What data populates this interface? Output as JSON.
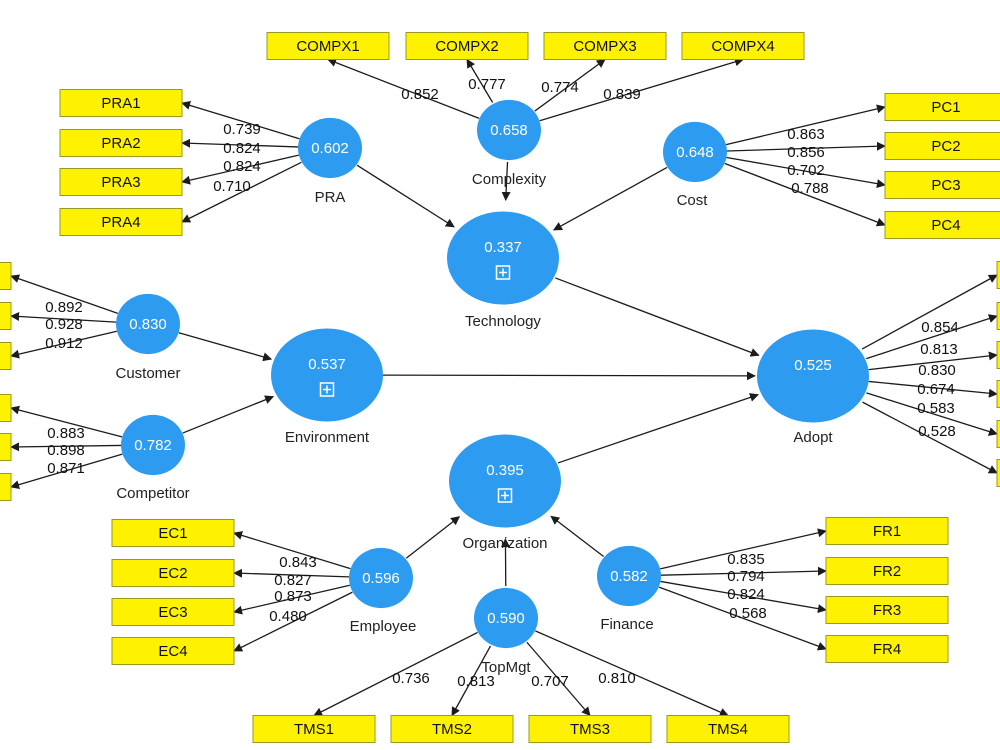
{
  "latent": {
    "technology": {
      "label": "Technology",
      "value": "0.337",
      "expandable": true
    },
    "environment": {
      "label": "Environment",
      "value": "0.537",
      "expandable": true
    },
    "organization": {
      "label": "Organization",
      "value": "0.395",
      "expandable": true
    },
    "adopt": {
      "label": "Adopt",
      "value": "0.525",
      "expandable": false
    },
    "pra": {
      "label": "PRA",
      "value": "0.602",
      "expandable": false
    },
    "complexity": {
      "label": "Complexity",
      "value": "0.658",
      "expandable": false
    },
    "cost": {
      "label": "Cost",
      "value": "0.648",
      "expandable": false
    },
    "customer": {
      "label": "Customer",
      "value": "0.830",
      "expandable": false
    },
    "competitor": {
      "label": "Competitor",
      "value": "0.782",
      "expandable": false
    },
    "employee": {
      "label": "Employee",
      "value": "0.596",
      "expandable": false
    },
    "topmgt": {
      "label": "TopMgt",
      "value": "0.590",
      "expandable": false
    },
    "finance": {
      "label": "Finance",
      "value": "0.582",
      "expandable": false
    }
  },
  "indicators": {
    "pra": [
      "PRA1",
      "PRA2",
      "PRA3",
      "PRA4"
    ],
    "complexity": [
      "COMPX1",
      "COMPX2",
      "COMPX3",
      "COMPX4"
    ],
    "cost": [
      "PC1",
      "PC2",
      "PC3",
      "PC4"
    ],
    "customer": [
      "",
      "",
      ""
    ],
    "competitor": [
      "",
      "",
      ""
    ],
    "adopt": [
      "",
      "",
      "",
      "",
      "",
      ""
    ],
    "employee": [
      "EC1",
      "EC2",
      "EC3",
      "EC4"
    ],
    "topmgt": [
      "TMS1",
      "TMS2",
      "TMS3",
      "TMS4"
    ],
    "finance": [
      "FR1",
      "FR2",
      "FR3",
      "FR4"
    ]
  },
  "loadings": {
    "pra": [
      "0.739",
      "0.824",
      "0.824",
      "0.710"
    ],
    "complexity": [
      "0.852",
      "0.777",
      "0.774",
      "0.839"
    ],
    "cost": [
      "0.863",
      "0.856",
      "0.702",
      "0.788"
    ],
    "customer": [
      "0.892",
      "0.928",
      "0.912"
    ],
    "competitor": [
      "0.883",
      "0.898",
      "0.871"
    ],
    "adopt": [
      "0.854",
      "0.813",
      "0.830",
      "0.674",
      "0.583",
      "0.528"
    ],
    "employee": [
      "0.843",
      "0.827",
      "0.873",
      "0.480"
    ],
    "topmgt": [
      "0.736",
      "0.813",
      "0.707",
      "0.810"
    ],
    "finance": [
      "0.835",
      "0.794",
      "0.824",
      "0.568"
    ]
  },
  "colors": {
    "node": "#2d9bf0",
    "indicator": "#fff200",
    "edge": "#1c1c1c"
  }
}
